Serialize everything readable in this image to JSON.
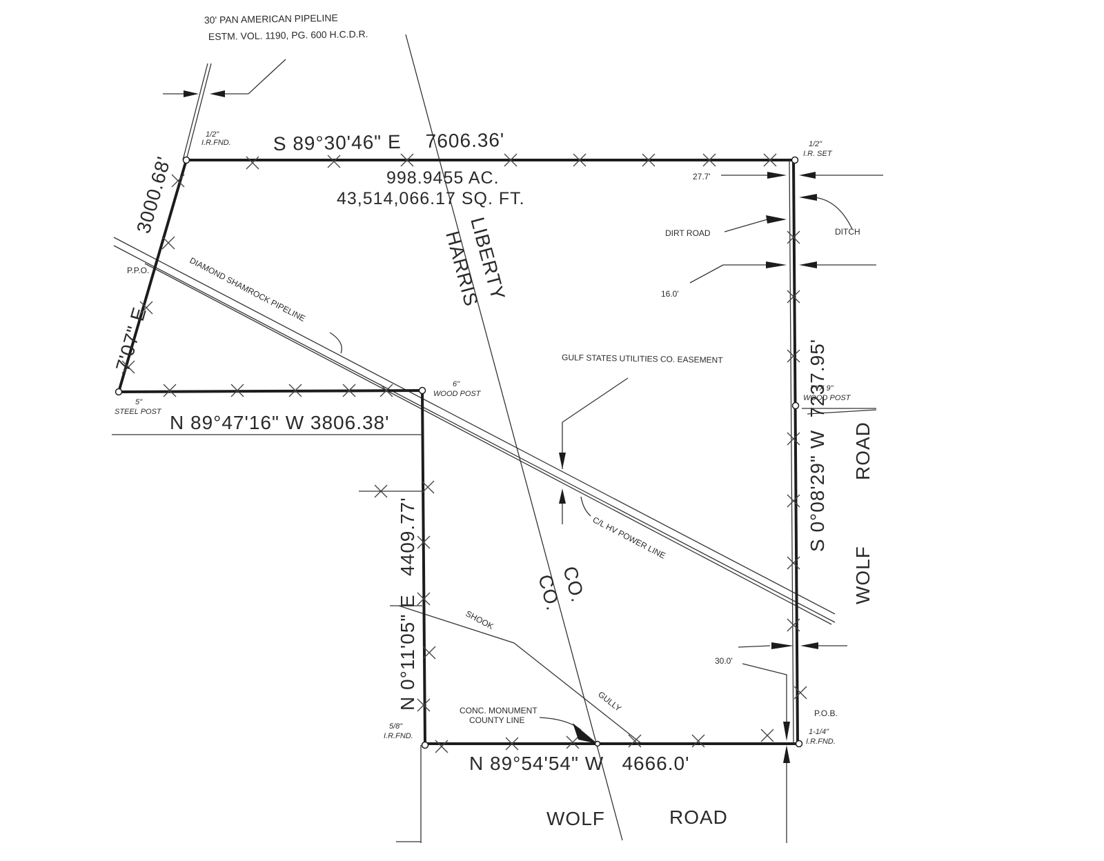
{
  "notes": {
    "pan_american_line1": "30' PAN AMERICAN PIPELINE",
    "pan_american_line2": "ESTM. VOL. 1190, PG. 600 H.C.D.R.",
    "diamond_shamrock": "DIAMOND SHAMROCK PIPELINE",
    "gulf_states": "GULF STATES UTILITIES CO. EASEMENT",
    "power_line": "C/L HV POWER LINE",
    "dirt_road": "DIRT ROAD",
    "ditch": "DITCH",
    "dim_27_7": "27.7'",
    "dim_16_0": "16.0'",
    "dim_30_0": "30.0'",
    "shook": "SHOOK",
    "gully": "GULLY",
    "conc_monument_1": "CONC. MONUMENT",
    "conc_monument_2": "COUNTY LINE",
    "pob": "P.O.B.",
    "ppo": "P.P.O."
  },
  "area": {
    "acres": "998.9455 AC.",
    "sqft": "43,514,066.17 SQ. FT."
  },
  "bearings": {
    "north": "S 89°30'46\" E    7606.36'",
    "east": "S 0°08'29\" W  7237.95'",
    "south": "N 89°54'54\" W   4666.0'",
    "inner_west": "N 0°11'05\" E   4409.77'",
    "inner_south": "N 89°47'16\" W 3806.38'",
    "west_distance": "3000.68'",
    "west_bearing": "7'07\" E"
  },
  "counties": {
    "liberty": "LIBERTY",
    "harris": "HARRIS",
    "co_right": "CO.",
    "co_left": "CO."
  },
  "roads": {
    "wolf_bottom": "WOLF",
    "road_bottom": "ROAD",
    "wolf_right": "WOLF",
    "road_right": "ROAD"
  },
  "monuments": {
    "nw_size": "1/2\"",
    "nw_type": "I.R.FND.",
    "ne_size": "1/2\"",
    "ne_type": "I.R. SET",
    "east_size": "7\" X 9\"",
    "east_type": "WOOD POST",
    "mid_size": "6\"",
    "mid_type": "WOOD POST",
    "west_size": "5\"",
    "west_type": "STEEL POST",
    "sw_size": "5/8\"",
    "sw_type": "I.R.FND.",
    "se_size": "1-1/4\"",
    "se_type": "I.R.FND."
  },
  "colors": {
    "line": "#1c1c1c",
    "paper": "#ffffff"
  }
}
